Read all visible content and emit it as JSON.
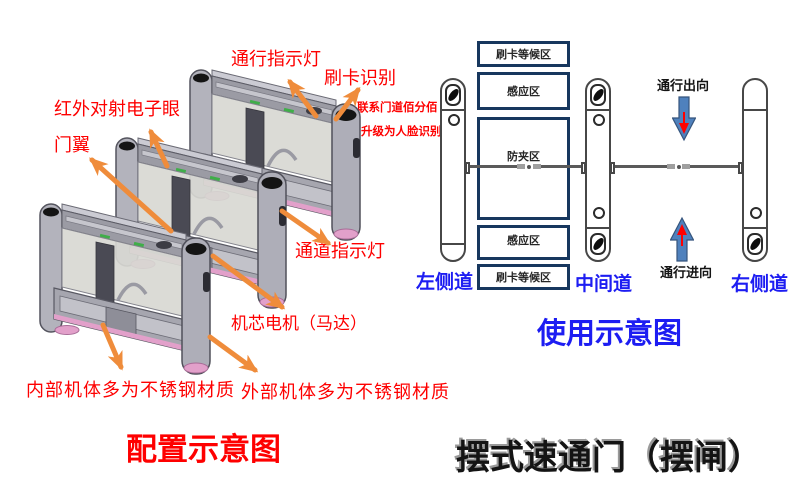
{
  "left_diagram": {
    "title": "配置示意图",
    "labels": {
      "passage_light": "通行指示灯",
      "card_reader": "刷卡识别",
      "ir_eye": "红外对射电子眼",
      "door_wing": "门翼",
      "upgrade_note_line1": "联系门道佰分佰",
      "upgrade_note_line2": "升级为人脸识别",
      "channel_light": "通道指示灯",
      "motor": "机芯电机（马达）",
      "inner_body": "内部机体多为不锈钢材质",
      "outer_body": "外部机体多为不锈钢材质"
    }
  },
  "right_diagram": {
    "title": "使用示意图",
    "zones": [
      "刷卡等候区",
      "感应区",
      "防夹区",
      "感应区",
      "刷卡等候区"
    ],
    "lanes": {
      "left": "左侧道",
      "middle": "中间道",
      "right": "右侧道"
    },
    "directions": {
      "exit": "通行出向",
      "entry": "通行进向"
    }
  },
  "product_title": "摆式速通门（摆闸）",
  "colors": {
    "label_red": "#fe0000",
    "title_blue": "#1d1df2",
    "zone_border": "#17375e",
    "annotation_arrow_orange": "#ef8c3b",
    "direction_arrow_blue": "#4f81bd",
    "direction_arrow_inner_red": "#fe0000",
    "gate_trim_pink": "#e2a0ca"
  }
}
